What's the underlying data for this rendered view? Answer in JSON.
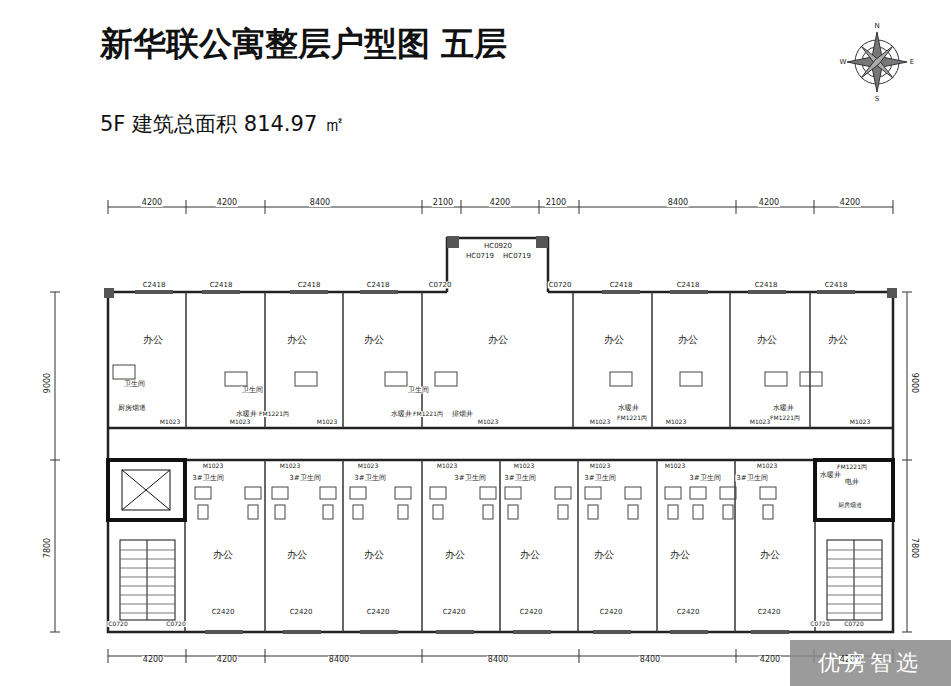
{
  "diagram": {
    "title": "新华联公寓整层户型图 五层",
    "caption": "5F 建筑总面积 814.97 ㎡",
    "labels": [
      "4200",
      "4200",
      "8400",
      "2100",
      "4200",
      "2100",
      "8400",
      "4200",
      "4200",
      "4200",
      "4200",
      "8400",
      "8400",
      "8400",
      "4200",
      "4200",
      "9000",
      "7800",
      "9000",
      "7800",
      "HC0920",
      "HC0719",
      "HC0719",
      "C2418",
      "C2418",
      "C2418",
      "C2418",
      "C0720",
      "C0720",
      "C2418",
      "C2418",
      "C2418",
      "C2418",
      "办公",
      "办公",
      "办公",
      "办公",
      "办公",
      "办公",
      "办公",
      "办公",
      "卫生间",
      "厨房烟道",
      "M1023",
      "水暖井",
      "FM1221丙",
      "M1023",
      "M1023",
      "水暖井",
      "FM1221丙",
      "排烟井",
      "M1023",
      "M1023",
      "水暖井",
      "FM1221丙",
      "M1023",
      "水暖井",
      "FM1221丙",
      "M1023",
      "M1023",
      "卫生间",
      "卫生间",
      "M1023",
      "M1023",
      "M1023",
      "M1023",
      "M1023",
      "M1023",
      "M1023",
      "M1023",
      "3#卫生间",
      "3#卫生间",
      "3#卫生间",
      "3#卫生间",
      "3#卫生间",
      "3#卫生间",
      "3#卫生间",
      "3#卫生间",
      "办公",
      "办公",
      "办公",
      "办公",
      "办公",
      "办公",
      "办公",
      "办公",
      "C2420",
      "C2420",
      "C2420",
      "C2420",
      "C2420",
      "C2420",
      "C2420",
      "C2420",
      "C0720",
      "C0720",
      "C0720",
      "C0720",
      "水暖井",
      "FM1221丙",
      "电井",
      "厨房烟道",
      "N",
      "W",
      "E",
      "S",
      "优房智选"
    ]
  }
}
